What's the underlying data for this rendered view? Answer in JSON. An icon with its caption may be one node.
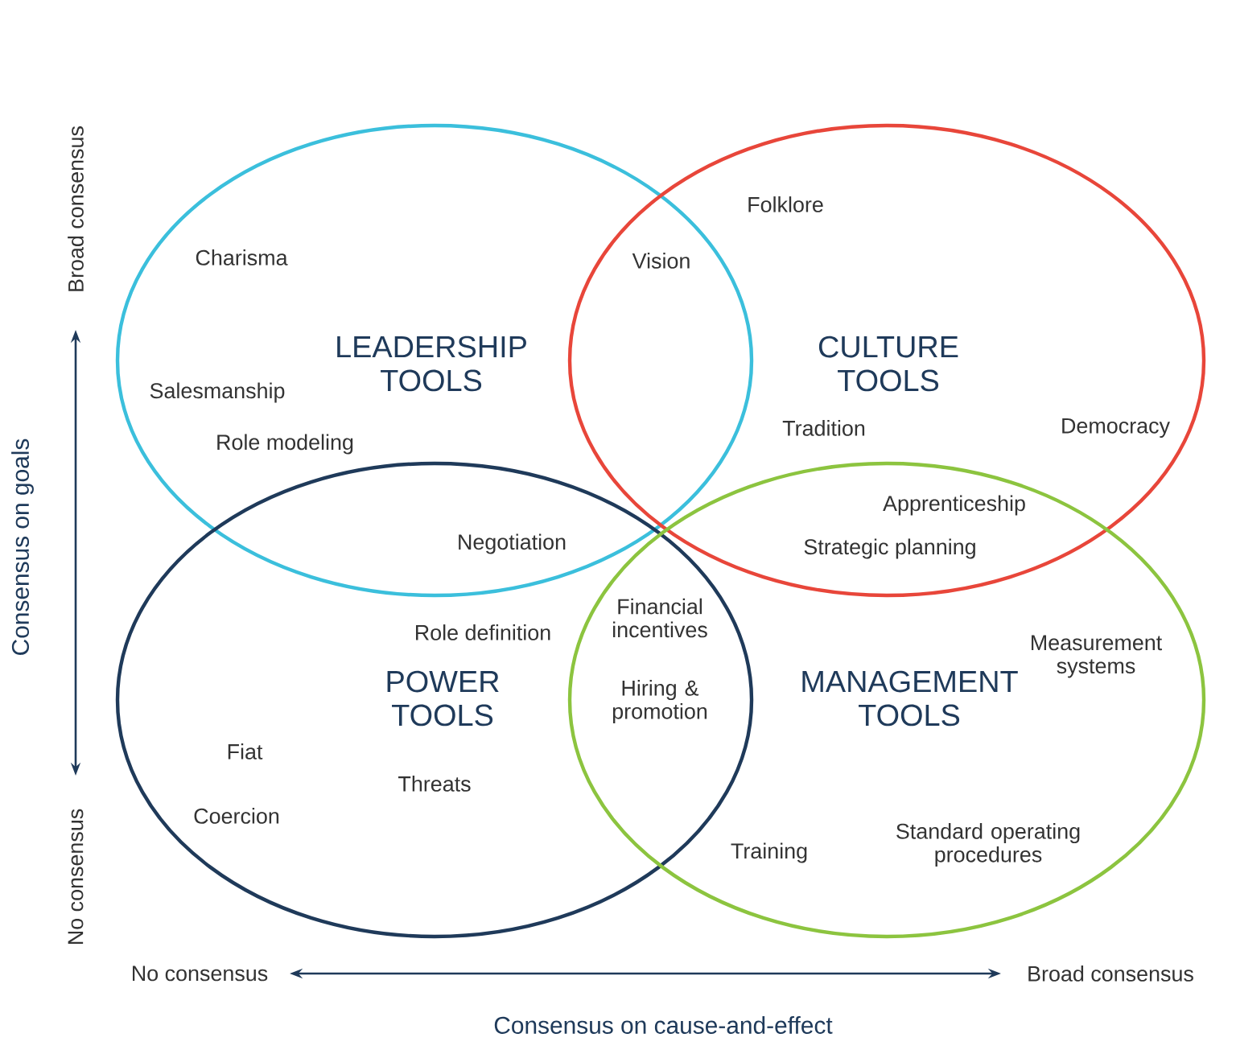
{
  "diagram": {
    "nodes": [
      {
        "text": [
          "LEADERSHIP TOOLS"
        ]
      },
      {
        "text": [
          "CULTURE TOOLS"
        ]
      },
      {
        "text": [
          "POWER TOOLS"
        ]
      },
      {
        "text": [
          "MANAGEMENT TOOLS"
        ]
      }
    ],
    "labels": [
      "Broad consensus",
      "Folklore",
      "Charisma",
      "Vision",
      "Salesmanship",
      "Tradition",
      "Democracy",
      "Role modeling",
      "Apprenticeship",
      "Consensus on goals",
      "Negotiation",
      "Strategic planning",
      "Financial incentives",
      "Role definition",
      "Measurement systems",
      "Hiring & promotion",
      "Fiat",
      "Threats",
      "Coercion",
      "Training",
      "Standard operating procedures",
      "No consensus",
      "No consensus",
      "Broad consensus",
      "Consensus on cause-and-effect"
    ]
  }
}
